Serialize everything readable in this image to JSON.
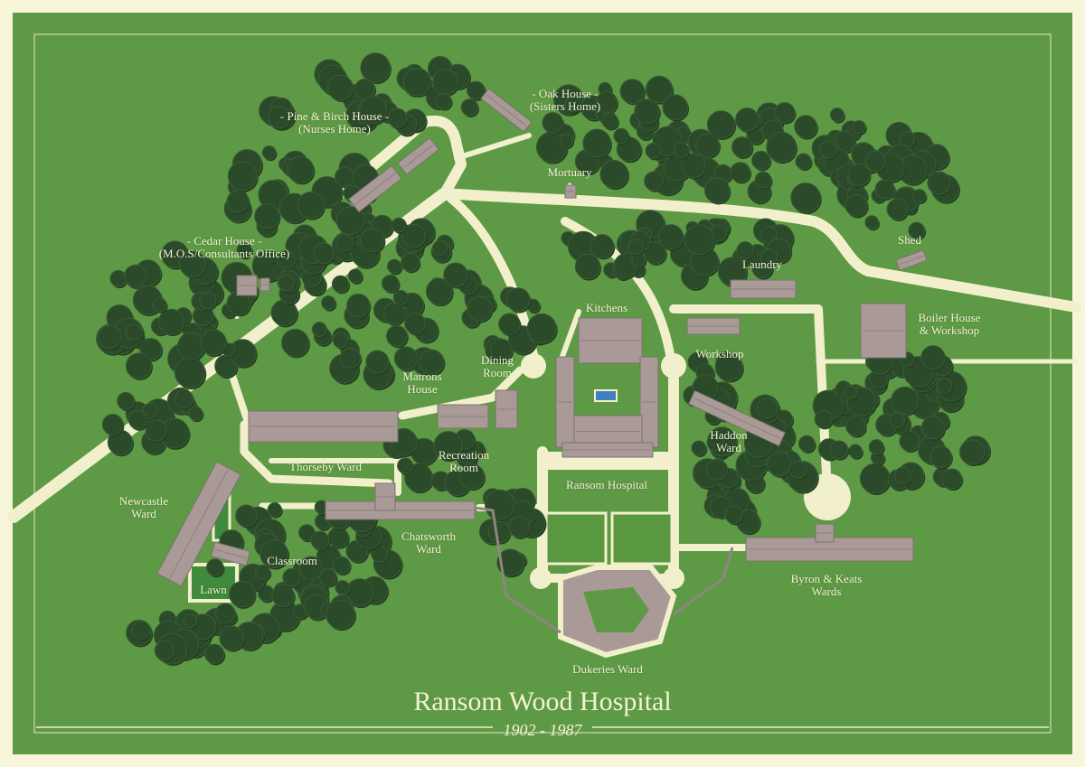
{
  "title": "Ransom Wood Hospital",
  "years": "1902 - 1987",
  "colors": {
    "background": "#f7f6da",
    "grass": "#5e9a45",
    "trees": "#2b4a2a",
    "roads": "#f2f0cc",
    "buildings": "#a99a97",
    "water": "#3f7fc0"
  },
  "labels": [
    {
      "id": "oak-house",
      "lines": [
        "- Oak House -",
        "(Sisters Home)"
      ]
    },
    {
      "id": "pine-birch-house",
      "lines": [
        "- Pine & Birch House -",
        "(Nurses Home)"
      ]
    },
    {
      "id": "mortuary",
      "lines": [
        "Mortuary"
      ]
    },
    {
      "id": "cedar-house",
      "lines": [
        "- Cedar House -",
        "(M.O.S/Consultants Office)"
      ]
    },
    {
      "id": "shed",
      "lines": [
        "Shed"
      ]
    },
    {
      "id": "laundry",
      "lines": [
        "Laundry"
      ]
    },
    {
      "id": "kitchens",
      "lines": [
        "Kitchens"
      ]
    },
    {
      "id": "boiler-house",
      "lines": [
        "Boiler House",
        "& Workshop"
      ]
    },
    {
      "id": "workshop",
      "lines": [
        "Workshop"
      ]
    },
    {
      "id": "dining-room",
      "lines": [
        "Dining",
        "Room"
      ]
    },
    {
      "id": "matrons-house",
      "lines": [
        "Matrons",
        "House"
      ]
    },
    {
      "id": "haddon-ward",
      "lines": [
        "Haddon",
        "Ward"
      ]
    },
    {
      "id": "recreation-room",
      "lines": [
        "Recreation",
        "Room"
      ]
    },
    {
      "id": "thorseby-ward",
      "lines": [
        "Thorseby Ward"
      ]
    },
    {
      "id": "ransom-hospital",
      "lines": [
        "Ransom Hospital"
      ]
    },
    {
      "id": "newcastle-ward",
      "lines": [
        "Newcastle",
        "Ward"
      ]
    },
    {
      "id": "chatsworth-ward",
      "lines": [
        "Chatsworth",
        "Ward"
      ]
    },
    {
      "id": "classroom",
      "lines": [
        "Classroom"
      ]
    },
    {
      "id": "lawn",
      "lines": [
        "Lawn"
      ]
    },
    {
      "id": "byron-keats-wards",
      "lines": [
        "Byron & Keats",
        "Wards"
      ]
    },
    {
      "id": "dukeries-ward",
      "lines": [
        "Dukeries Ward"
      ]
    }
  ]
}
